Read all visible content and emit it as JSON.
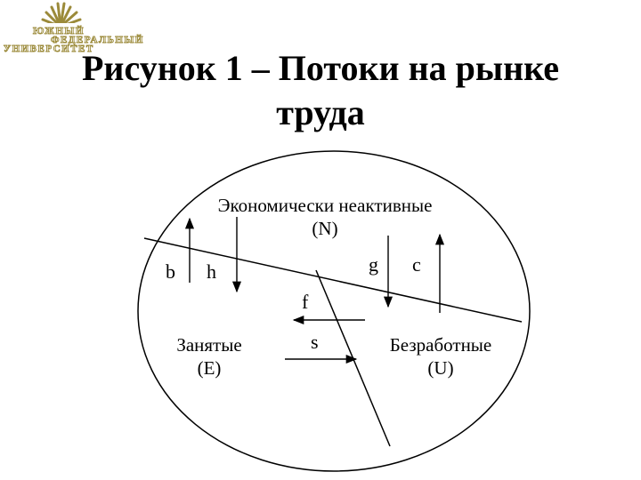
{
  "logo": {
    "line1": "ЮЖНЫЙ",
    "line2": "ФЕДЕРАЛЬНЫЙ",
    "line3": "УНИВЕРСИТЕТ",
    "color": "#9b8a3a"
  },
  "title": {
    "line1": "Рисунок 1 – Потоки на рынке",
    "line2": "труда"
  },
  "diagram": {
    "inactive": {
      "line1": "Экономически неактивные",
      "line2": "(N)"
    },
    "employed": {
      "line1": "Занятые",
      "line2": "(E)"
    },
    "unemployed": {
      "line1": "Безработные",
      "line2": "(U)"
    },
    "flows": {
      "b": "b",
      "h": "h",
      "g": "g",
      "c": "c",
      "f": "f",
      "s": "s"
    }
  }
}
